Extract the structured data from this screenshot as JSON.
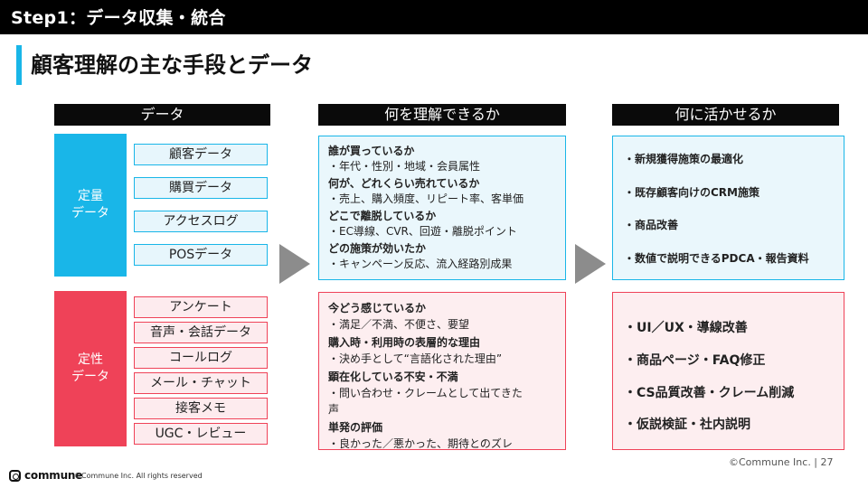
{
  "header": {
    "step_title": "Step1：データ収集・統合"
  },
  "page_title": "顧客理解の主な手段とデータ",
  "columns": {
    "data": "データ",
    "understand": "何を理解できるか",
    "use": "何に活かせるか"
  },
  "quant": {
    "category_line1": "定量",
    "category_line2": "データ",
    "items": [
      "顧客データ",
      "購買データ",
      "アクセスログ",
      "POSデータ"
    ],
    "understand": [
      {
        "q": "誰が買っているか",
        "a": "・年代・性別・地域・会員属性"
      },
      {
        "q": "何が、どれくらい売れているか",
        "a": "・売上、購入頻度、リピート率、客単価"
      },
      {
        "q": "どこで離脱しているか",
        "a": "・EC導線、CVR、回遊・離脱ポイント"
      },
      {
        "q": "どの施策が効いたか",
        "a": "・キャンペーン反応、流入経路別成果"
      }
    ],
    "uses": [
      "・新規獲得施策の最適化",
      "・既存顧客向けのCRM施策",
      "・商品改善",
      "・数値で説明できるPDCA・報告資料"
    ]
  },
  "qual": {
    "category_line1": "定性",
    "category_line2": "データ",
    "items": [
      "アンケート",
      "音声・会話データ",
      "コールログ",
      "メール・チャット",
      "接客メモ",
      "UGC・レビュー"
    ],
    "understand": [
      {
        "q": "今どう感じているか",
        "a": "・満足／不満、不便さ、要望"
      },
      {
        "q": "購入時・利用時の表層的な理由",
        "a": "・決め手として“言語化された理由”"
      },
      {
        "q": "顕在化している不安・不満",
        "a": "・問い合わせ・クレームとして出てきた",
        "a2": "声"
      },
      {
        "q": "単発の評価",
        "a": "・良かった／悪かった、期待とのズレ"
      }
    ],
    "uses": [
      "・UI／UX・導線改善",
      "・商品ページ・FAQ修正",
      "・CS品質改善・クレーム削減",
      "・仮説検証・社内説明"
    ]
  },
  "footer": {
    "logo_text": "commune",
    "copyright_left": "©Commune Inc. All rights reserved",
    "copyright_right": "©Commune Inc.  |  27"
  },
  "colors": {
    "accent_blue": "#19b6e8",
    "accent_red": "#ef4258",
    "bar_black": "#000000",
    "arrow_gray": "#8c8c8c"
  }
}
